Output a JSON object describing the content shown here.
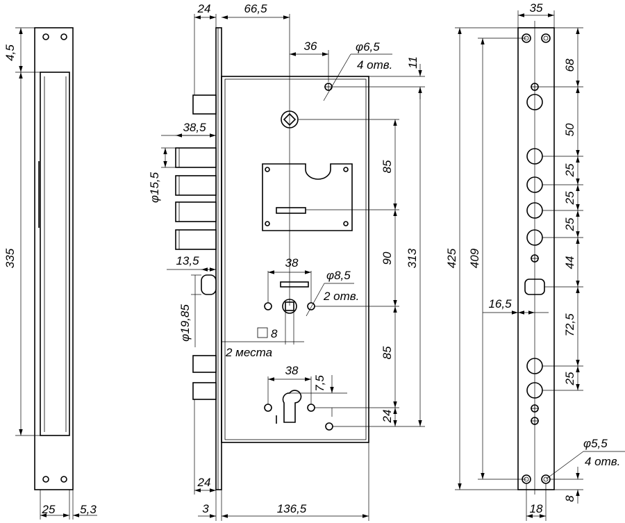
{
  "left_view": {
    "dim_top": "4,5",
    "dim_height": "335",
    "dim_bottom_left": "25",
    "dim_bottom_right": "5,3"
  },
  "front_view": {
    "dim_24_top": "24",
    "dim_66_5": "66,5",
    "dim_36": "36",
    "hole_top": {
      "diameter": "φ6,5",
      "count": "4 отв."
    },
    "dim_11": "11",
    "dim_38_5": "38,5",
    "dim_phi_15_5": "φ15,5",
    "dim_85_top": "85",
    "dim_90": "90",
    "dim_313": "313",
    "dim_13_5": "13,5",
    "dim_38_mid": "38",
    "hole_mid": {
      "diameter": "φ8,5",
      "count": "2 отв."
    },
    "dim_phi_19_85": "φ19,85",
    "square_label": "8",
    "places_label": "2 места",
    "dim_85_bottom": "85",
    "dim_38_bottom": "38",
    "dim_7_5": "7,5",
    "dim_24_right": "24",
    "dim_24_bottom": "24",
    "dim_3": "3",
    "dim_136_5": "136,5"
  },
  "strike_view": {
    "dim_35": "35",
    "dim_68": "68",
    "dim_50": "50",
    "dim_25_a": "25",
    "dim_25_b": "25",
    "dim_25_c": "25",
    "dim_44": "44",
    "dim_425": "425",
    "dim_409": "409",
    "dim_16_5": "16,5",
    "dim_72_5": "72,5",
    "dim_25_d": "25",
    "hole": {
      "diameter": "φ5,5",
      "count": "4 отв."
    },
    "dim_18": "18",
    "dim_8": "8"
  }
}
